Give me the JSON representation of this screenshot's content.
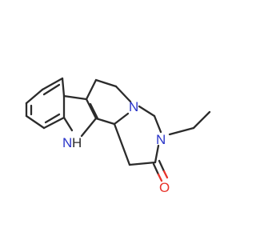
{
  "molecule": {
    "atoms": {
      "n_indole": "N",
      "h_indole": "H",
      "n_bridge": "N",
      "n_ethyl": "N",
      "o_carbonyl": "O"
    },
    "colors": {
      "bond": "#2b2b2b",
      "nitrogen": "#2a35c9",
      "oxygen": "#e8332a",
      "background": "#ffffff"
    }
  }
}
